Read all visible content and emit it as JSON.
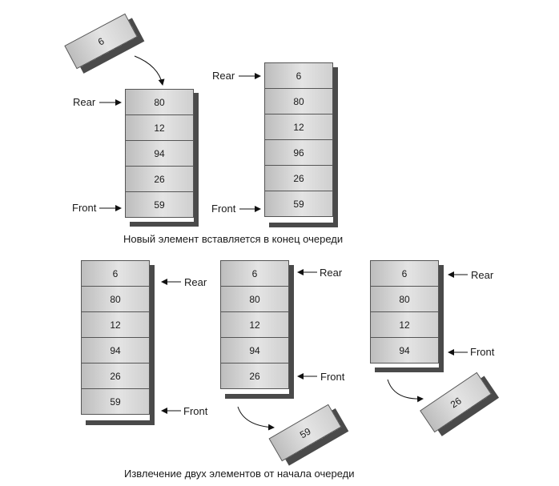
{
  "captions": {
    "insert": "Новый элемент вставляется в конец очереди",
    "remove": "Извлечение двух элементов от начала очереди"
  },
  "labels": {
    "rear": "Rear",
    "front": "Front"
  },
  "diagrams": {
    "incoming_element": "6",
    "before_insert": [
      "80",
      "12",
      "94",
      "26",
      "59"
    ],
    "after_insert": [
      "6",
      "80",
      "12",
      "96",
      "26",
      "59"
    ],
    "dequeue_start": [
      "6",
      "80",
      "12",
      "94",
      "26",
      "59"
    ],
    "dequeue_one": [
      "6",
      "80",
      "12",
      "94",
      "26"
    ],
    "dequeue_one_removed": "59",
    "dequeue_two": [
      "6",
      "80",
      "12",
      "94"
    ],
    "dequeue_two_removed": "26"
  }
}
